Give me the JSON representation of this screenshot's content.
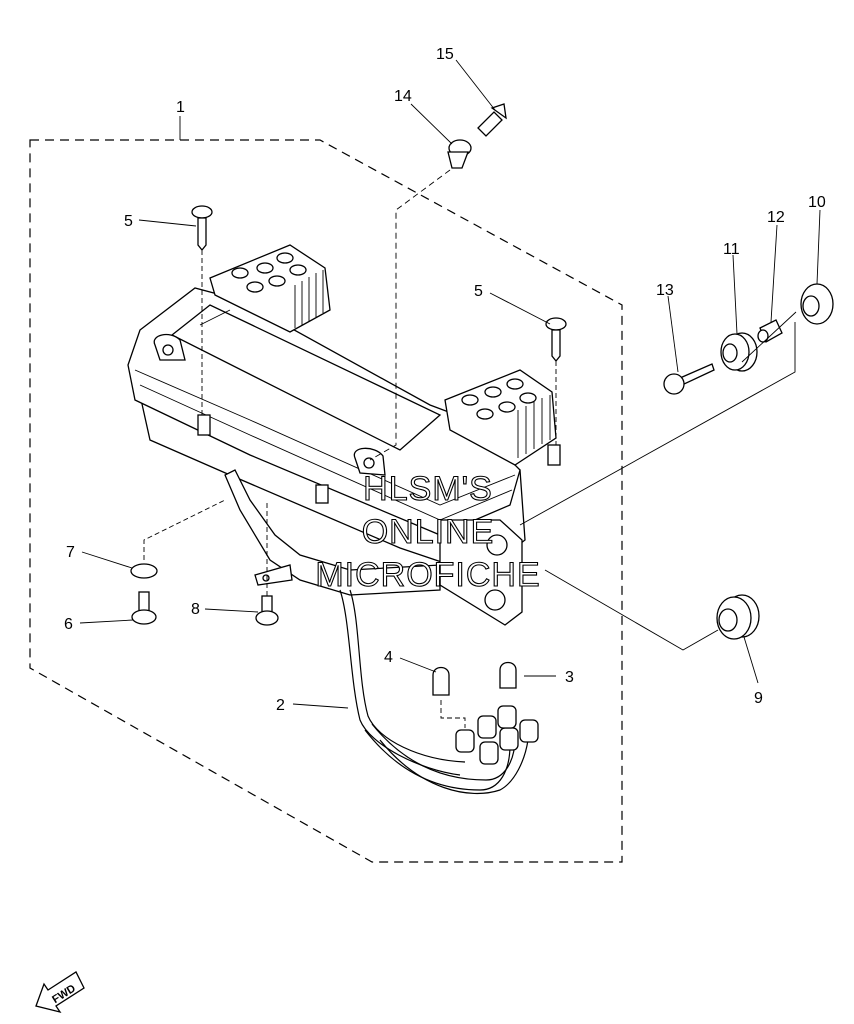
{
  "diagram": {
    "callouts": [
      "1",
      "2",
      "3",
      "4",
      "5",
      "5",
      "6",
      "7",
      "8",
      "9",
      "10",
      "11",
      "12",
      "13",
      "14",
      "15"
    ],
    "watermark": [
      "HLSM'S",
      "ONLINE",
      "MICROFICHE"
    ],
    "direction_label": "FWD"
  }
}
